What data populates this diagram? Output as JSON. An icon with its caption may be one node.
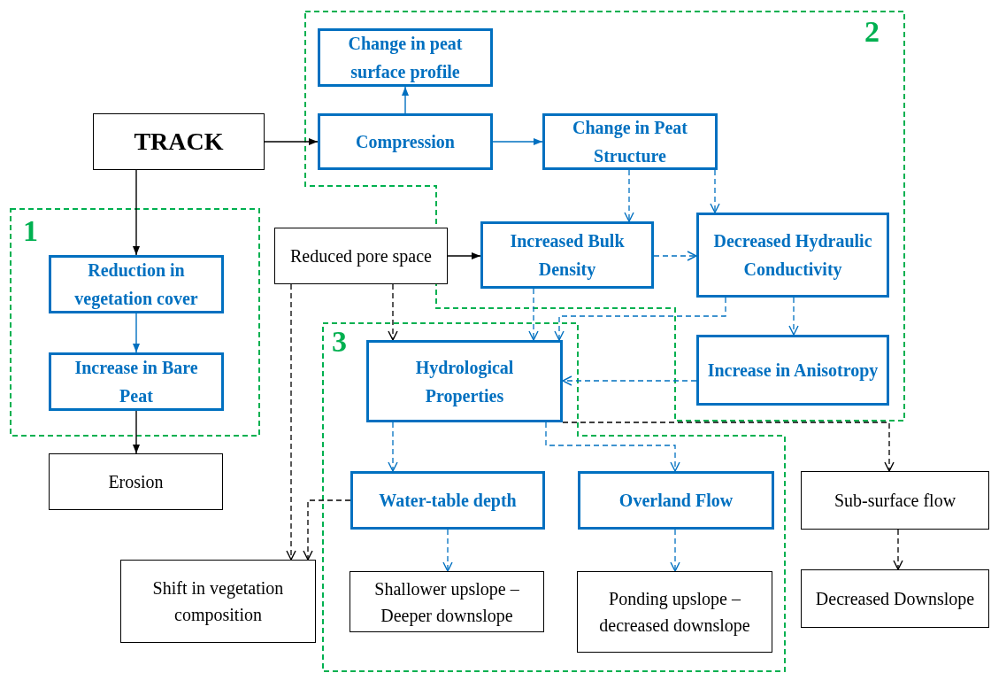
{
  "diagram": {
    "nodes": [
      {
        "text": [
          "TRACK"
        ]
      },
      {
        "text": [
          "1"
        ]
      },
      {
        "text": [
          "Reduction in vegetation cover"
        ],
        "in": 1
      },
      {
        "text": [
          "Increase in Bare Peat"
        ],
        "in": 1
      },
      {
        "text": [
          "Erosion"
        ]
      },
      {
        "text": [
          "2"
        ]
      },
      {
        "text": [
          "Change in peat surface profile"
        ],
        "in": 5
      },
      {
        "text": [
          "Compression"
        ],
        "in": 5
      },
      {
        "text": [
          "Change in Peat Structure"
        ],
        "in": 5
      },
      {
        "text": [
          "Reduced pore space"
        ]
      },
      {
        "text": [
          "Increased Bulk Density"
        ],
        "in": 5
      },
      {
        "text": [
          "Decreased Hydraulic Conductivity"
        ],
        "in": 5
      },
      {
        "text": [
          "3"
        ]
      },
      {
        "text": [
          "Hydrological Properties"
        ],
        "in": 12
      },
      {
        "text": [
          "Increase in Anisotropy"
        ],
        "in": 5
      },
      {
        "text": [
          "Water-table depth"
        ],
        "in": 12
      },
      {
        "text": [
          "Overland Flow"
        ],
        "in": 12
      },
      {
        "text": [
          "Sub-surface flow"
        ]
      },
      {
        "text": [
          "Shift in vegetation composition"
        ]
      },
      {
        "text": [
          "Shallower upslope – Deeper downslope"
        ],
        "in": 12
      },
      {
        "text": [
          "Ponding upslope – decreased downslope"
        ],
        "in": 12
      },
      {
        "text": [
          "Decreased Downslope"
        ]
      }
    ],
    "edges": [
      {
        "from": 0,
        "to": 7,
        "arrow": "to",
        "color": "#000000"
      },
      {
        "from": 0,
        "to": 2,
        "arrow": "to",
        "color": "#000000"
      },
      {
        "from": 2,
        "to": 3,
        "arrow": "to"
      },
      {
        "from": 3,
        "to": 4,
        "arrow": "to",
        "color": "#000000"
      },
      {
        "from": 7,
        "to": 6,
        "arrow": "to"
      },
      {
        "from": 7,
        "to": 8,
        "arrow": "to"
      },
      {
        "from": 8,
        "to": 10,
        "arrow": "to",
        "style": "dashed"
      },
      {
        "from": 8,
        "to": 11,
        "arrow": "to",
        "style": "dashed"
      },
      {
        "from": 9,
        "to": 10,
        "arrow": "to",
        "color": "#000000"
      },
      {
        "from": 10,
        "to": 11,
        "arrow": "to",
        "style": "dashed"
      },
      {
        "from": 10,
        "to": 13,
        "arrow": "to",
        "style": "dashed"
      },
      {
        "from": 11,
        "to": 13,
        "arrow": "to",
        "style": "dashed"
      },
      {
        "from": 11,
        "to": 14,
        "arrow": "to",
        "style": "dashed"
      },
      {
        "from": 14,
        "to": 13,
        "arrow": "to",
        "style": "dashed"
      },
      {
        "from": 9,
        "to": 13,
        "arrow": "to",
        "style": "dashed",
        "color": "#000000"
      },
      {
        "from": 9,
        "to": 18,
        "arrow": "to",
        "style": "dashed",
        "color": "#000000"
      },
      {
        "from": 13,
        "to": 15,
        "arrow": "to",
        "style": "dashed"
      },
      {
        "from": 13,
        "to": 16,
        "arrow": "to",
        "style": "dashed"
      },
      {
        "from": 13,
        "to": 17,
        "arrow": "to",
        "style": "dashed",
        "color": "#000000"
      },
      {
        "from": 15,
        "to": 18,
        "arrow": "to",
        "style": "dashed",
        "color": "#000000"
      },
      {
        "from": 15,
        "to": 19,
        "arrow": "to",
        "style": "dashed"
      },
      {
        "from": 16,
        "to": 20,
        "arrow": "to",
        "style": "dashed"
      },
      {
        "from": 17,
        "to": 21,
        "arrow": "to",
        "style": "dashed",
        "color": "#000000"
      }
    ]
  }
}
